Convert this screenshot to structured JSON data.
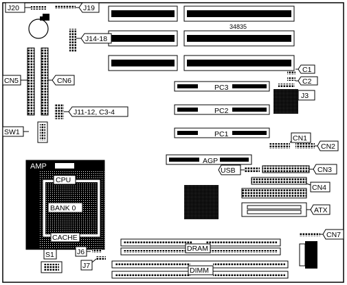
{
  "board": {
    "id_number": "34835",
    "labels": {
      "j20": "J20",
      "j19": "J19",
      "j14_18": "J14-18",
      "cn5": "CN5",
      "cn6": "CN6",
      "j11_12": "J11-12, C3-4",
      "sw1": "SW1",
      "c1": "C1",
      "c2": "C2",
      "j3": "J3",
      "pc3": "PC3",
      "pc2": "PC2",
      "pc1": "PC1",
      "cn1": "CN1",
      "cn2": "CN2",
      "agp": "AGP",
      "usb": "USB",
      "cn3": "CN3",
      "cn4": "CN4",
      "atx": "ATX",
      "amp": "AMP",
      "cpu": "CPU",
      "bank0": "BANK 0",
      "cache": "CACHE",
      "j6": "J6",
      "j7": "J7",
      "s1": "S1",
      "dram": "DRAM",
      "dimm": "DIMM",
      "cn7": "CN7"
    }
  }
}
